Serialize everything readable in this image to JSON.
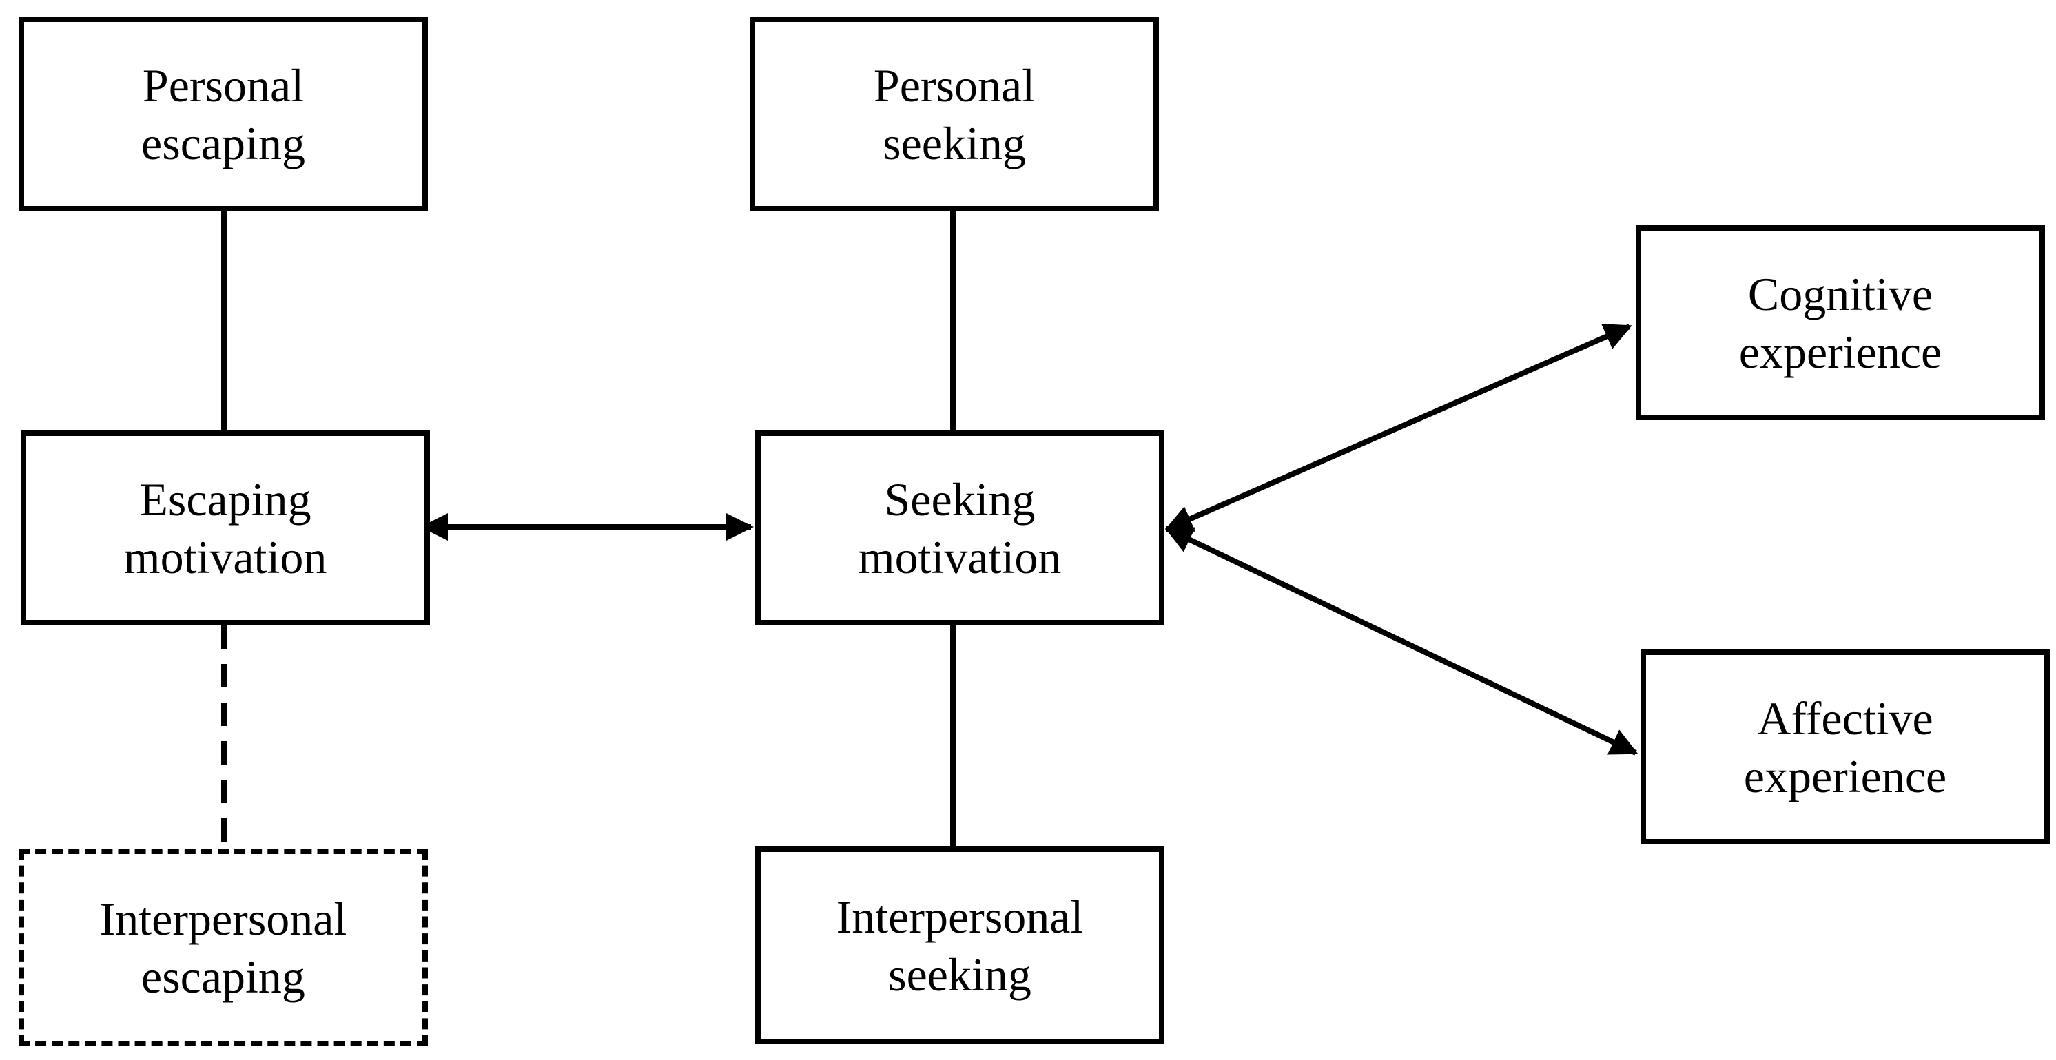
{
  "nodes": {
    "personal_escaping": "Personal\nescaping",
    "personal_seeking": "Personal\nseeking",
    "escaping_motivation": "Escaping\nmotivation",
    "seeking_motivation": "Seeking\nmotivation",
    "interpersonal_escaping": "Interpersonal\nescaping",
    "interpersonal_seeking": "Interpersonal\nseeking",
    "cognitive_experience": "Cognitive\nexperience",
    "affective_experience": "Affective\nexperience"
  },
  "edges": [
    {
      "from": "personal_escaping",
      "to": "escaping_motivation",
      "style": "solid",
      "arrows": "none"
    },
    {
      "from": "escaping_motivation",
      "to": "interpersonal_escaping",
      "style": "dashed",
      "arrows": "none"
    },
    {
      "from": "personal_seeking",
      "to": "seeking_motivation",
      "style": "solid",
      "arrows": "none"
    },
    {
      "from": "seeking_motivation",
      "to": "interpersonal_seeking",
      "style": "solid",
      "arrows": "none"
    },
    {
      "from": "escaping_motivation",
      "to": "seeking_motivation",
      "style": "solid",
      "arrows": "both"
    },
    {
      "from": "seeking_motivation",
      "to": "cognitive_experience",
      "style": "solid",
      "arrows": "both"
    },
    {
      "from": "seeking_motivation",
      "to": "affective_experience",
      "style": "solid",
      "arrows": "both"
    }
  ],
  "colors": {
    "line": "#000000",
    "background": "#ffffff"
  }
}
